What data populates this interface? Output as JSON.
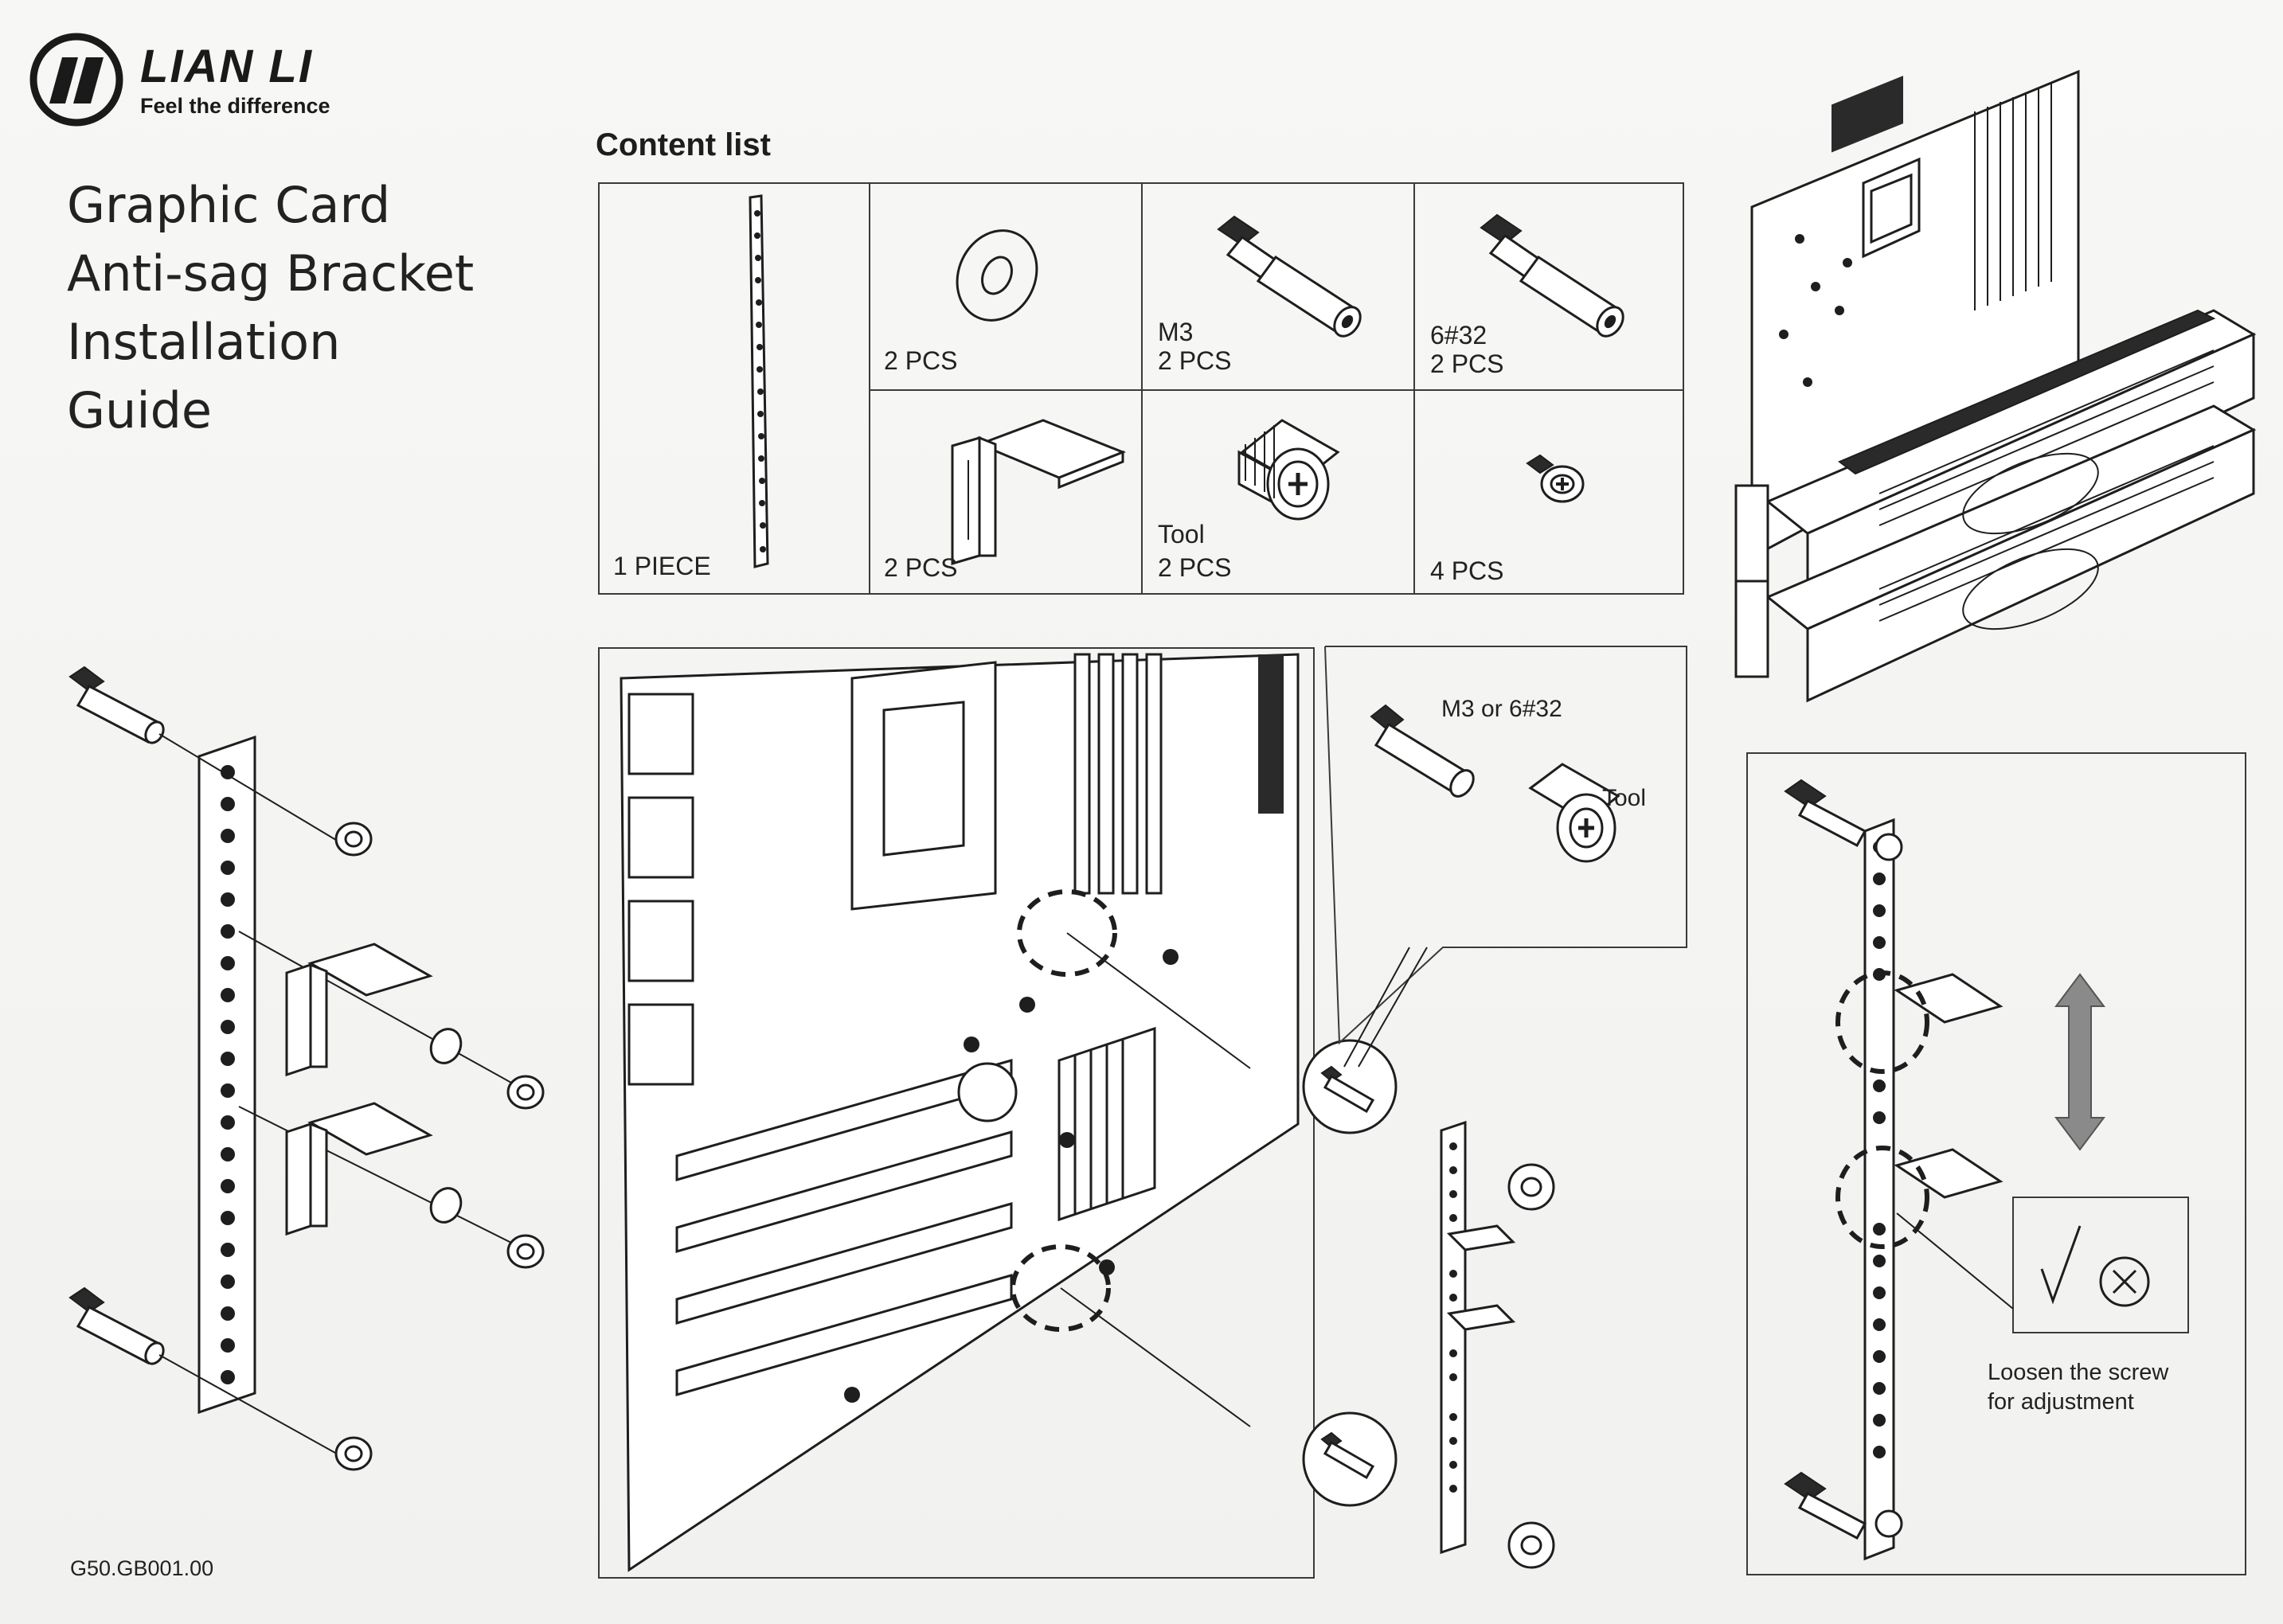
{
  "brand": {
    "name": "LIAN LI",
    "tagline": "Feel the difference",
    "logo_icon": "lian-li-logo-icon"
  },
  "guide": {
    "title_lines": [
      "Graphic Card",
      "Anti-sag Bracket",
      "Installation",
      "Guide"
    ]
  },
  "content_list": {
    "title": "Content list",
    "items": [
      {
        "id": "bracket",
        "label": "1 PIECE"
      },
      {
        "id": "washer",
        "label": "2 PCS"
      },
      {
        "id": "standoff-m3",
        "label_top": "M3",
        "label": "2 PCS"
      },
      {
        "id": "standoff-632",
        "label_top": "6#32",
        "label": "2 PCS"
      },
      {
        "id": "support-arm",
        "label": "2 PCS"
      },
      {
        "id": "tool",
        "label_top": "Tool",
        "label": "2 PCS"
      },
      {
        "id": "screw",
        "label": "4 PCS"
      }
    ]
  },
  "callouts": {
    "standoff_option": "M3 or 6#32",
    "tool": "Tool",
    "adjust_note": [
      "Loosen the screw",
      "for adjustment"
    ]
  },
  "footer": {
    "doc_code": "G50.GB001.00"
  },
  "colors": {
    "ink": "#1e1e1e",
    "paper": "#f4f4f2"
  }
}
